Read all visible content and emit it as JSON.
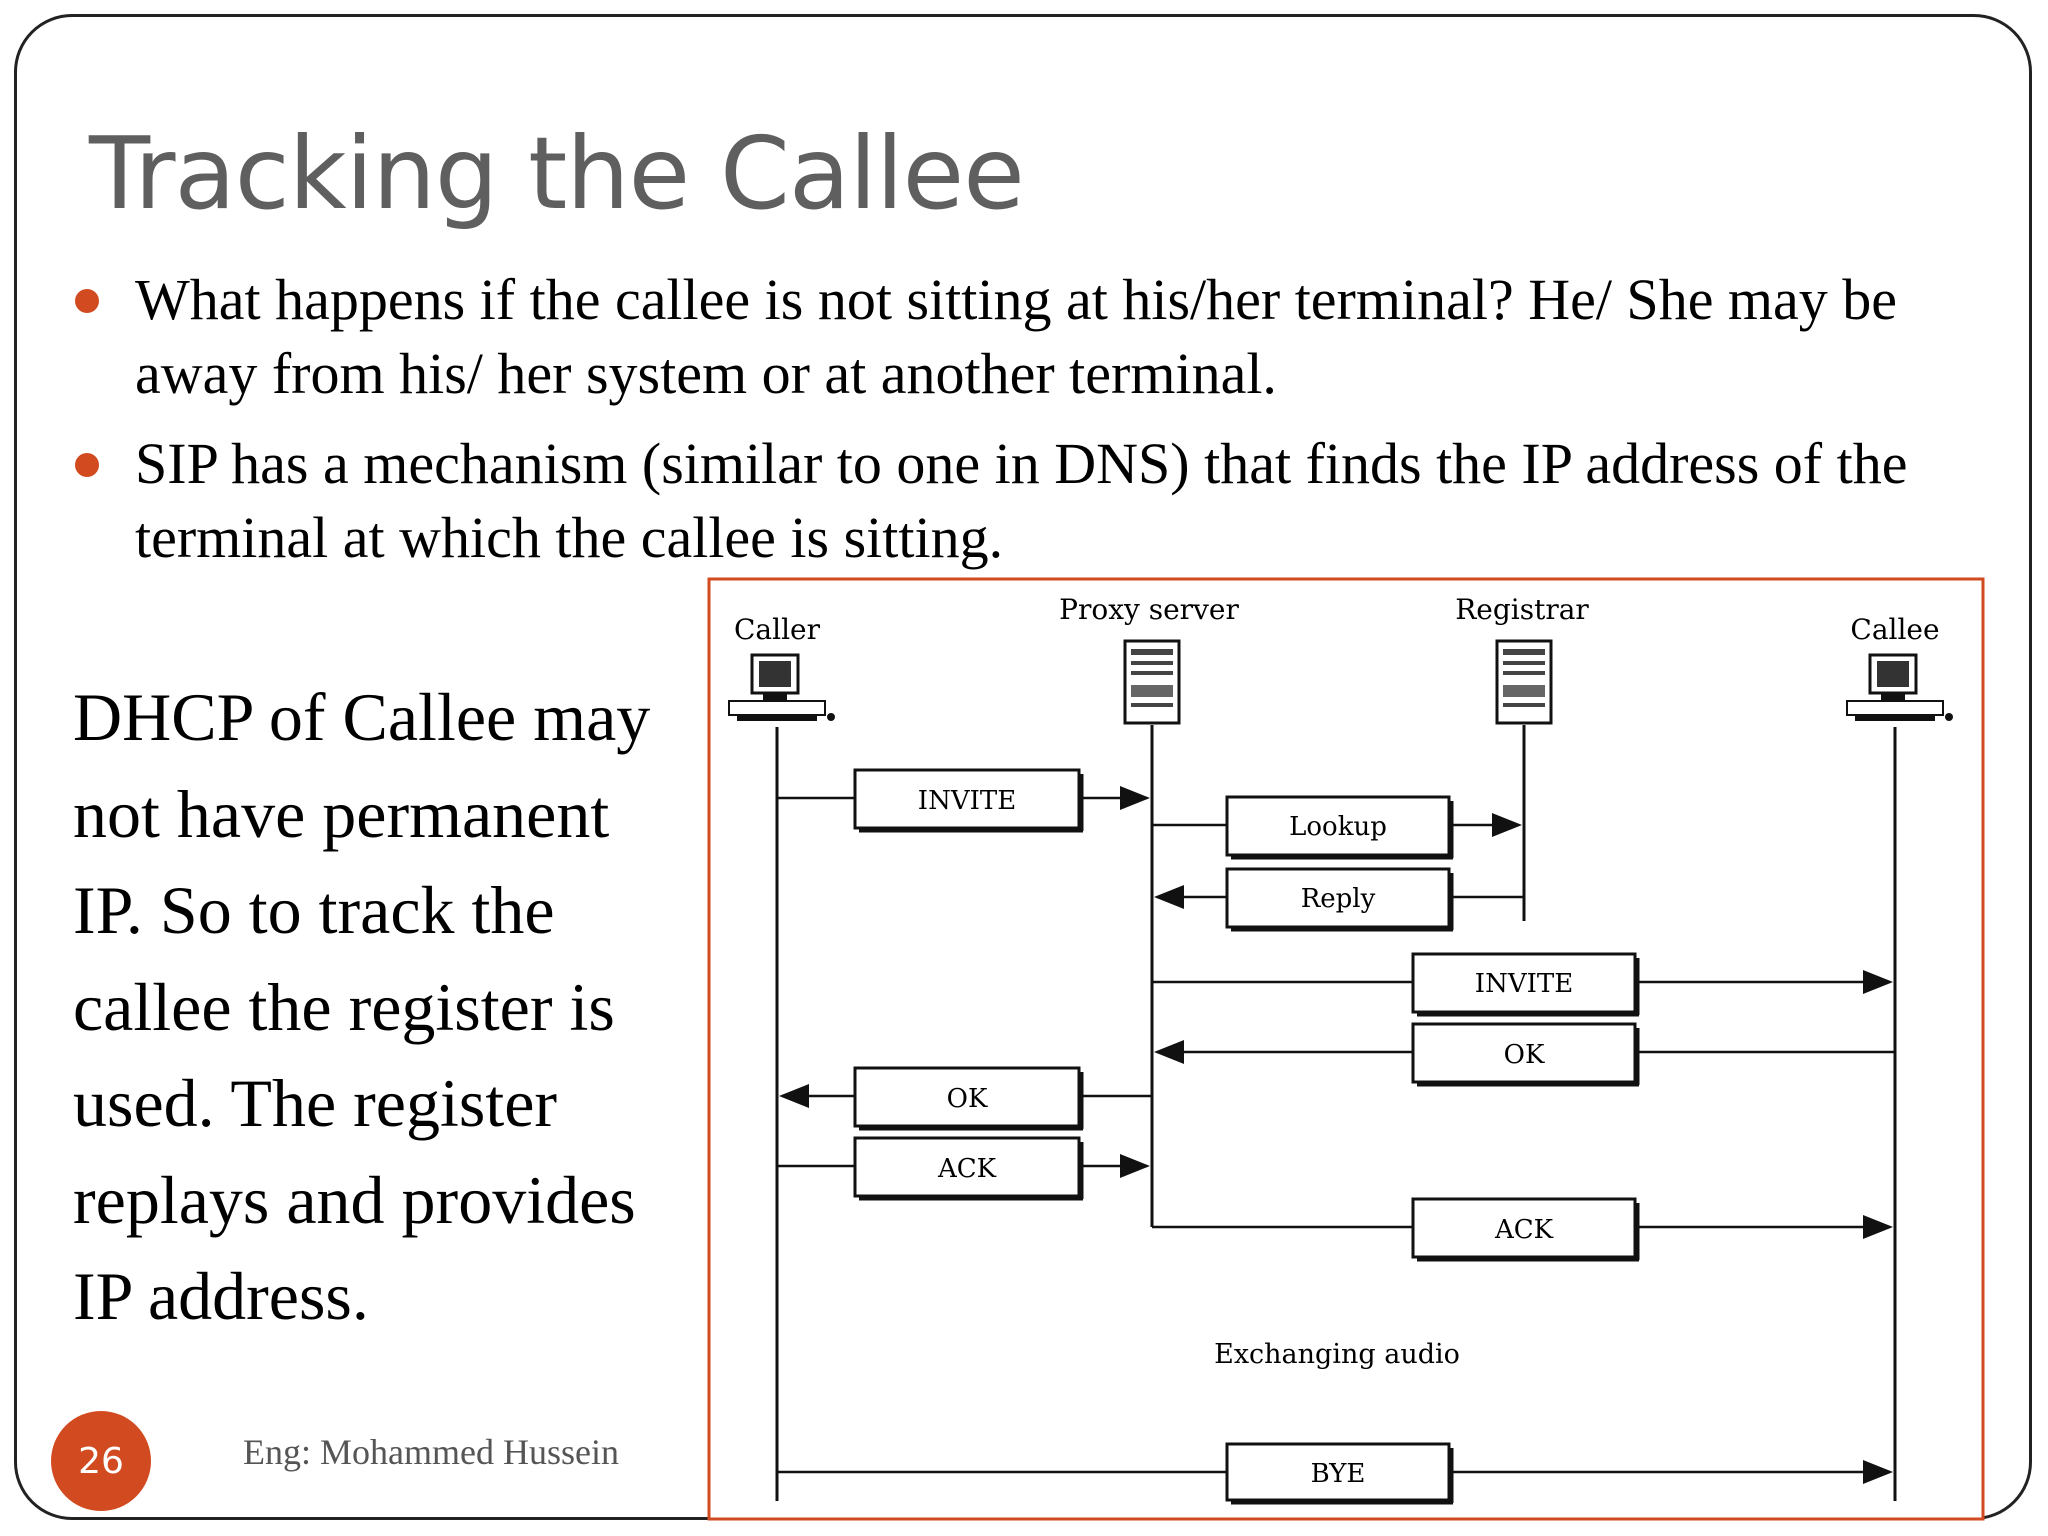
{
  "slide": {
    "title": "Tracking the Callee",
    "bullets": [
      "What happens if the callee is not sitting at his/her terminal? He/ She may be away from his/ her system or at another terminal.",
      "SIP has a mechanism (similar to one in DNS) that finds the IP address of the terminal at which the callee is sitting."
    ],
    "side_text": "DHCP of Callee may not have permanent IP. So to track the callee the register is used. The register replays and provides IP address.",
    "page_number": "26",
    "author": "Eng: Mohammed Hussein"
  },
  "diagram": {
    "entities": [
      "Caller",
      "Proxy server",
      "Registrar",
      "Callee"
    ],
    "messages": [
      {
        "from": "Caller",
        "to": "Proxy server",
        "label": "INVITE"
      },
      {
        "from": "Proxy server",
        "to": "Registrar",
        "label": "Lookup"
      },
      {
        "from": "Registrar",
        "to": "Proxy server",
        "label": "Reply"
      },
      {
        "from": "Proxy server",
        "to": "Callee",
        "label": "INVITE"
      },
      {
        "from": "Callee",
        "to": "Proxy server",
        "label": "OK"
      },
      {
        "from": "Proxy server",
        "to": "Caller",
        "label": "OK"
      },
      {
        "from": "Caller",
        "to": "Proxy server",
        "label": "ACK"
      },
      {
        "from": "Proxy server",
        "to": "Callee",
        "label": "ACK"
      },
      {
        "from": "Caller",
        "to": "Callee",
        "label": "BYE"
      }
    ],
    "note": "Exchanging audio"
  },
  "colors": {
    "accent": "#d24a1f",
    "title": "#5f5f5f"
  }
}
